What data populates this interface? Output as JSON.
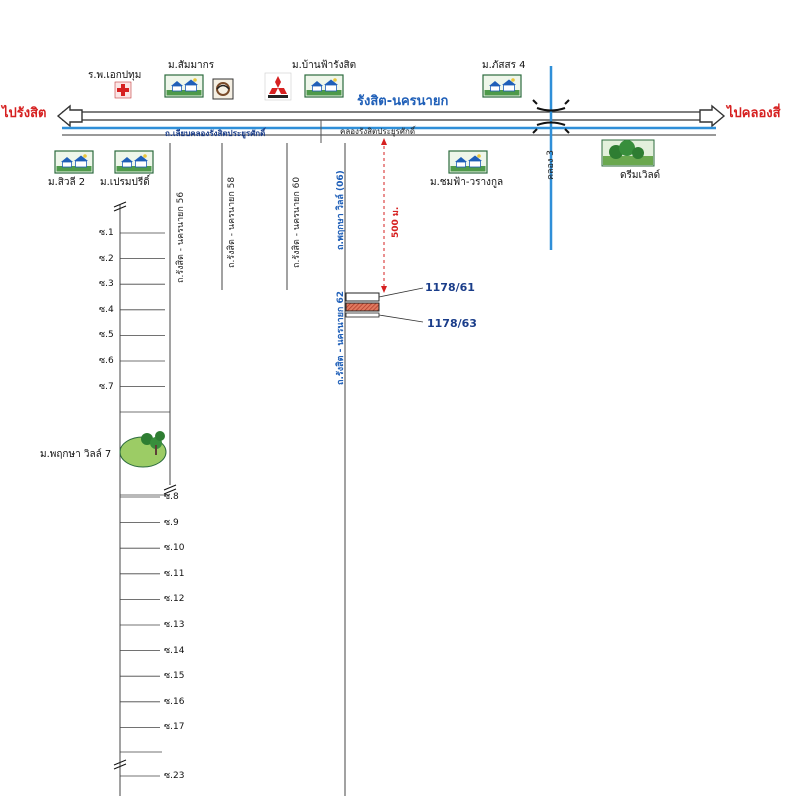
{
  "main_road": {
    "name": "รังสิต-นครนายก",
    "to_left": "ไปรังสิต",
    "to_right": "ไปคลองสี่"
  },
  "canal": {
    "frontage_road": "ถ.เลียบคลองรังสิตประยูรศักดิ์",
    "canal_name": "คลองรังสิตประยูรศักดิ์"
  },
  "klong3": "คลอง 3",
  "landmarks": {
    "hospital": "ร.พ.เอกปทุม",
    "sammakorn": "ม.สัมมากร",
    "banfah": "ม.บ้านฟ้ารังสิต",
    "passorn4": "ม.ภัสสร 4",
    "sivalee2": "ม.สิวลี 2",
    "prempree": "ม.เปรมปรีดิ์",
    "chomfah": "ม.ชมฟ้า-วรางกูล",
    "dreamworld": "ดรีมเวิลด์",
    "pruksa7": "ม.พฤกษา วิลล์ 7"
  },
  "side_roads": {
    "s56": "ถ.รังสิต - นครนายก 56",
    "s58": "ถ.รังสิต - นครนายก 58",
    "s60": "ถ.รังสิต - นครนายก 60",
    "s62_top": "ถ.พฤกษา วิลล์ (06)",
    "s62_bottom": "ถ.รังสิต - นครนายก 62"
  },
  "distance": "500 ม.",
  "plots": {
    "p1": "1178/61",
    "p2": "1178/63"
  },
  "sois_upper": [
    "ซ.1",
    "ซ.2",
    "ซ.3",
    "ซ.4",
    "ซ.5",
    "ซ.6",
    "ซ.7"
  ],
  "sois_lower": [
    "ซ.8",
    "ซ.9",
    "ซ.10",
    "ซ.11",
    "ซ.12",
    "ซ.13",
    "ซ.14",
    "ซ.15",
    "ซ.16",
    "ซ.17",
    "ซ.23"
  ],
  "colors": {
    "accent_red": "#d62020",
    "road_blue": "#1f5fb8",
    "canal_blue": "#2f8fd8",
    "plot_red": "#c0392b"
  },
  "icons": {
    "house": "house-icon",
    "cross": "hospital-cross-icon",
    "mitsubishi": "mitsubishi-logo-icon",
    "logo": "sammakorn-logo-icon",
    "tree": "tree-icon"
  }
}
